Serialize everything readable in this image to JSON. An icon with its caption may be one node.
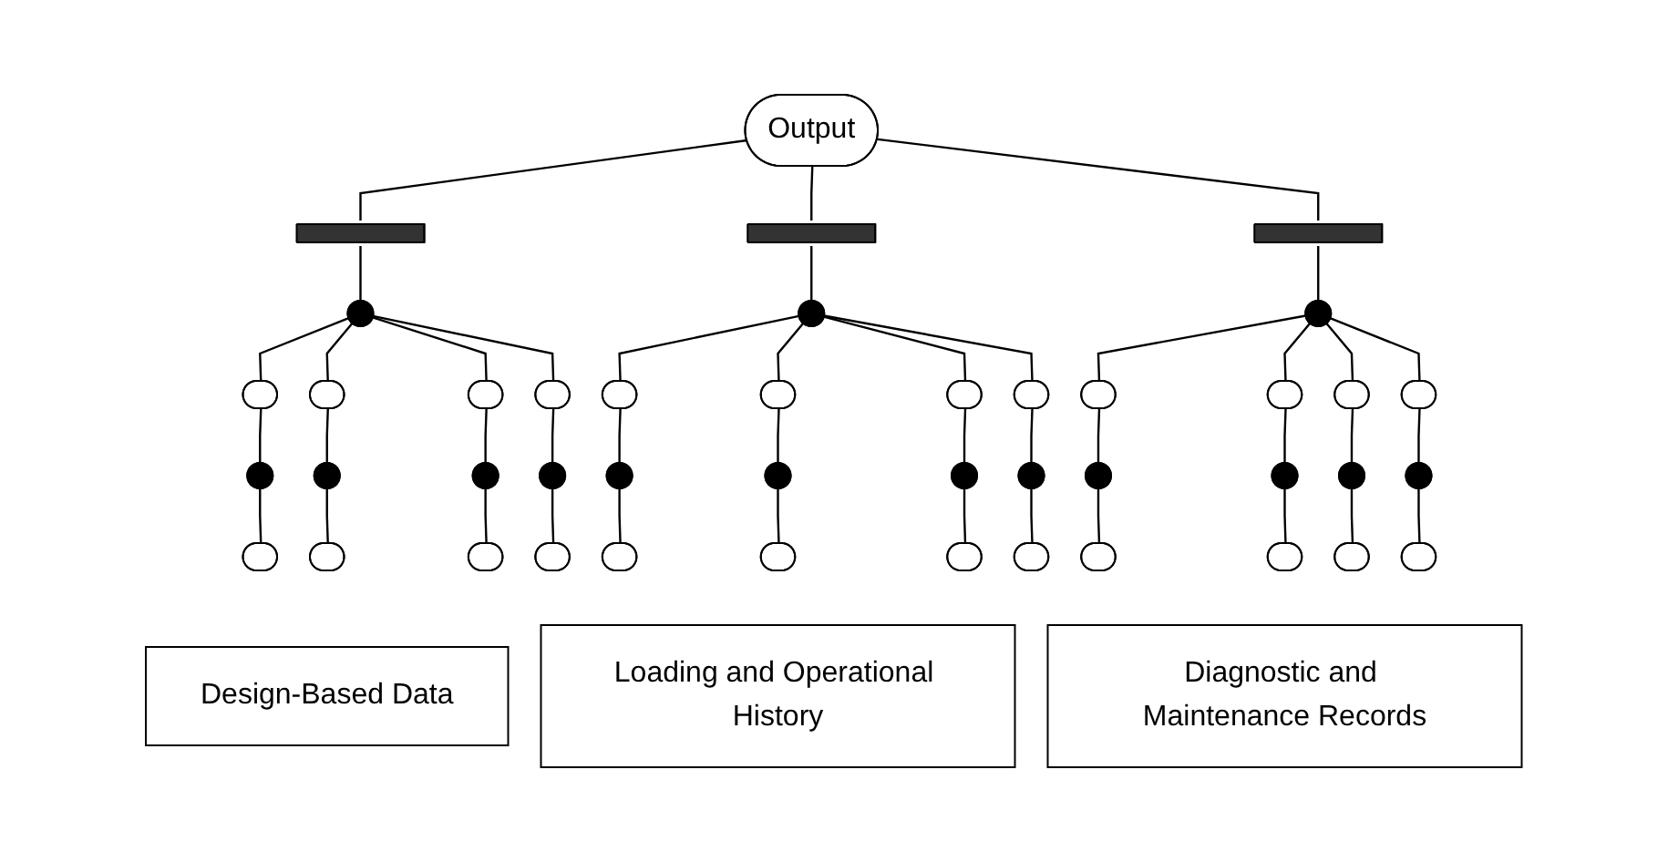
{
  "diagram": {
    "nodes": [
      {
        "text": [
          "Output"
        ]
      },
      {
        "text": [],
        "shape": "bar"
      },
      {
        "text": [],
        "shape": "bar"
      },
      {
        "text": [],
        "shape": "bar"
      },
      {
        "text": [],
        "shape": "circle"
      },
      {
        "text": [],
        "shape": "circle"
      },
      {
        "text": [],
        "shape": "circle"
      },
      {
        "text": [],
        "shape": "ellipse"
      },
      {
        "text": [],
        "shape": "ellipse"
      },
      {
        "text": [],
        "shape": "ellipse"
      },
      {
        "text": [],
        "shape": "ellipse"
      },
      {
        "text": [],
        "shape": "ellipse"
      },
      {
        "text": [],
        "shape": "ellipse"
      },
      {
        "text": [],
        "shape": "ellipse"
      },
      {
        "text": [],
        "shape": "ellipse"
      },
      {
        "text": [],
        "shape": "ellipse"
      },
      {
        "text": [],
        "shape": "ellipse"
      },
      {
        "text": [],
        "shape": "ellipse"
      },
      {
        "text": [],
        "shape": "ellipse"
      },
      {
        "text": [],
        "shape": "circle"
      },
      {
        "text": [],
        "shape": "circle"
      },
      {
        "text": [],
        "shape": "circle"
      },
      {
        "text": [],
        "shape": "circle"
      },
      {
        "text": [],
        "shape": "circle"
      },
      {
        "text": [],
        "shape": "circle"
      },
      {
        "text": [],
        "shape": "circle"
      },
      {
        "text": [],
        "shape": "circle"
      },
      {
        "text": [],
        "shape": "circle"
      },
      {
        "text": [],
        "shape": "circle"
      },
      {
        "text": [],
        "shape": "circle"
      },
      {
        "text": [],
        "shape": "circle"
      },
      {
        "text": [],
        "shape": "ellipse"
      },
      {
        "text": [],
        "shape": "ellipse"
      },
      {
        "text": [],
        "shape": "ellipse"
      },
      {
        "text": [],
        "shape": "ellipse"
      },
      {
        "text": [],
        "shape": "ellipse"
      },
      {
        "text": [],
        "shape": "ellipse"
      },
      {
        "text": [],
        "shape": "ellipse"
      },
      {
        "text": [],
        "shape": "ellipse"
      },
      {
        "text": [],
        "shape": "ellipse"
      },
      {
        "text": [],
        "shape": "ellipse"
      },
      {
        "text": [],
        "shape": "ellipse"
      },
      {
        "text": [],
        "shape": "ellipse"
      },
      {
        "text": [
          "Design-Based Data"
        ]
      },
      {
        "text": [
          "Loading and Operational History"
        ]
      },
      {
        "text": [
          "Diagnostic and Maintenance Records"
        ]
      }
    ],
    "edges": [
      {
        "from": 0,
        "to": 1,
        "arrow": "none"
      },
      {
        "from": 0,
        "to": 2,
        "arrow": "none"
      },
      {
        "from": 0,
        "to": 3,
        "arrow": "none"
      },
      {
        "from": 1,
        "to": 4,
        "arrow": "none"
      },
      {
        "from": 2,
        "to": 5,
        "arrow": "none"
      },
      {
        "from": 3,
        "to": 6,
        "arrow": "none"
      },
      {
        "from": 4,
        "to": 7,
        "arrow": "none"
      },
      {
        "from": 4,
        "to": 8,
        "arrow": "none"
      },
      {
        "from": 4,
        "to": 9,
        "arrow": "none"
      },
      {
        "from": 4,
        "to": 10,
        "arrow": "none"
      },
      {
        "from": 5,
        "to": 11,
        "arrow": "none"
      },
      {
        "from": 5,
        "to": 12,
        "arrow": "none"
      },
      {
        "from": 5,
        "to": 13,
        "arrow": "none"
      },
      {
        "from": 5,
        "to": 14,
        "arrow": "none"
      },
      {
        "from": 6,
        "to": 15,
        "arrow": "none"
      },
      {
        "from": 6,
        "to": 16,
        "arrow": "none"
      },
      {
        "from": 6,
        "to": 17,
        "arrow": "none"
      },
      {
        "from": 6,
        "to": 18,
        "arrow": "none"
      },
      {
        "from": 7,
        "to": 19,
        "arrow": "none"
      },
      {
        "from": 19,
        "to": 31,
        "arrow": "none"
      },
      {
        "from": 8,
        "to": 20,
        "arrow": "none"
      },
      {
        "from": 20,
        "to": 32,
        "arrow": "none"
      },
      {
        "from": 9,
        "to": 21,
        "arrow": "none"
      },
      {
        "from": 21,
        "to": 33,
        "arrow": "none"
      },
      {
        "from": 10,
        "to": 22,
        "arrow": "none"
      },
      {
        "from": 22,
        "to": 34,
        "arrow": "none"
      },
      {
        "from": 11,
        "to": 23,
        "arrow": "none"
      },
      {
        "from": 23,
        "to": 35,
        "arrow": "none"
      },
      {
        "from": 12,
        "to": 24,
        "arrow": "none"
      },
      {
        "from": 24,
        "to": 36,
        "arrow": "none"
      },
      {
        "from": 13,
        "to": 25,
        "arrow": "none"
      },
      {
        "from": 25,
        "to": 37,
        "arrow": "none"
      },
      {
        "from": 14,
        "to": 26,
        "arrow": "none"
      },
      {
        "from": 26,
        "to": 38,
        "arrow": "none"
      },
      {
        "from": 15,
        "to": 27,
        "arrow": "none"
      },
      {
        "from": 27,
        "to": 39,
        "arrow": "none"
      },
      {
        "from": 16,
        "to": 28,
        "arrow": "none"
      },
      {
        "from": 28,
        "to": 40,
        "arrow": "none"
      },
      {
        "from": 17,
        "to": 29,
        "arrow": "none"
      },
      {
        "from": 29,
        "to": 41,
        "arrow": "none"
      },
      {
        "from": 18,
        "to": 30,
        "arrow": "none"
      },
      {
        "from": 30,
        "to": 42,
        "arrow": "none"
      }
    ]
  }
}
